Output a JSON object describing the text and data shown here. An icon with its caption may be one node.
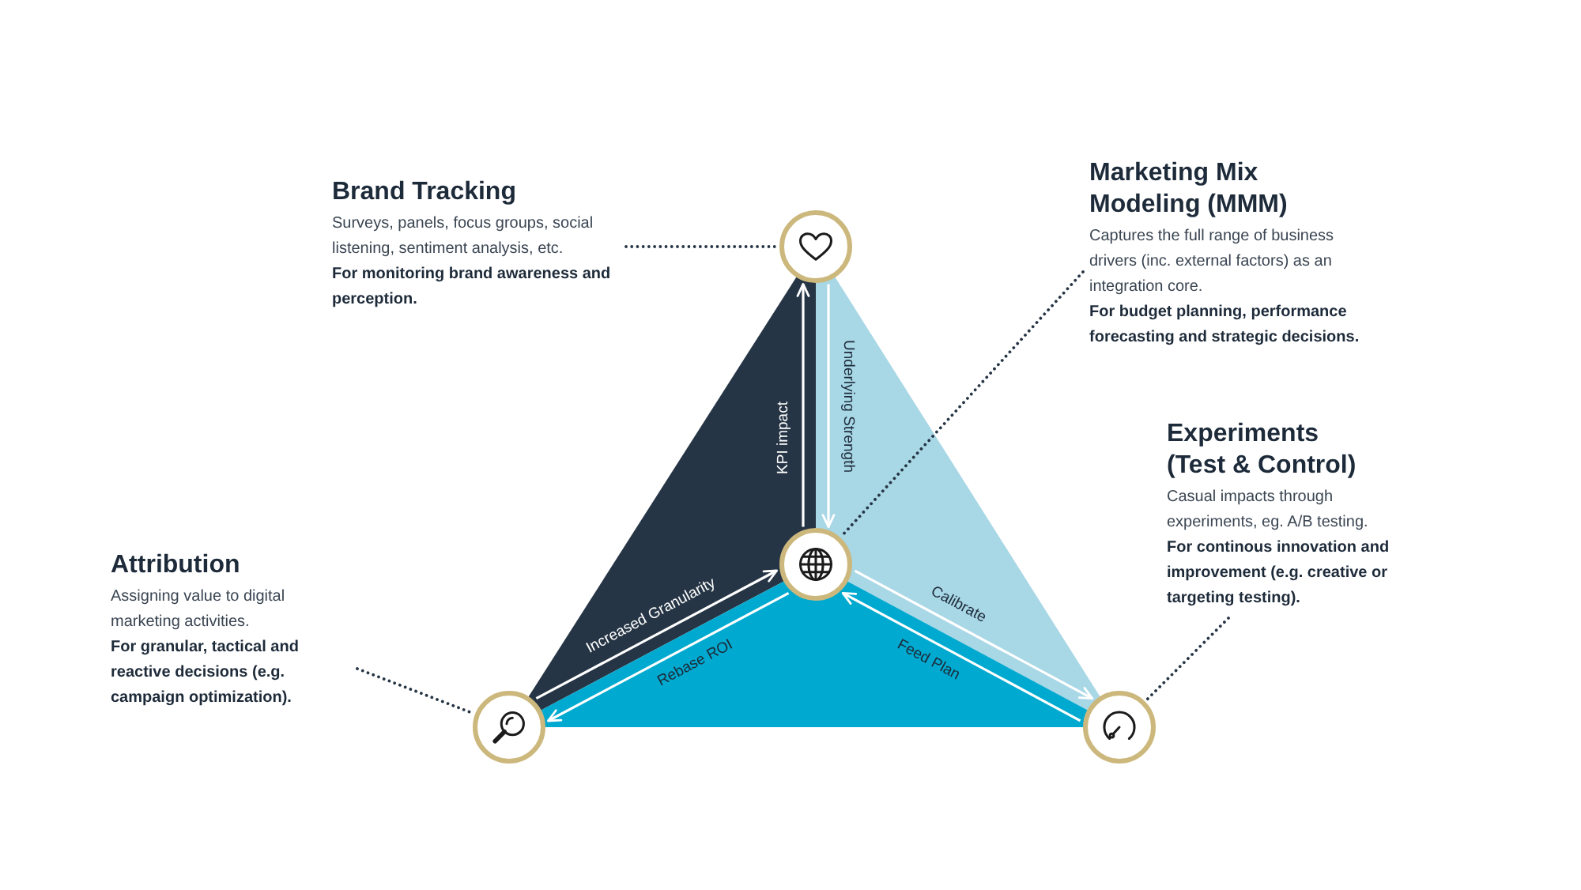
{
  "diagram": {
    "nodes": [
      {
        "text": [
          "Brand Tracking",
          "Surveys, panels, focus groups, social listening, sentiment analysis, etc.",
          "For monitoring brand awareness and perception."
        ]
      },
      {
        "text": [],
        "shape": "circle"
      },
      {
        "text": [
          "Marketing Mix Modeling (MMM)",
          "Captures the full range of business drivers (inc. external factors) as an integration core.",
          "For budget planning, performance forecasting and strategic decisions."
        ]
      },
      {
        "text": [],
        "shape": "circle"
      },
      {
        "text": [
          "Experiments (Test & Control)",
          "Casual impacts through experiments, eg. A/B testing.",
          "For continous innovation and improvement (e.g. creative or targeting testing)."
        ]
      },
      {
        "text": [],
        "shape": "circle"
      },
      {
        "text": [
          "Attribution",
          "Assigning value to digital marketing activities.",
          "For granular, tactical and reactive decisions (e.g. campaign optimization)."
        ]
      },
      {
        "text": [],
        "shape": "circle"
      }
    ],
    "edges": [
      {
        "from": 0,
        "to": 1,
        "arrow": "none",
        "style": "dashed",
        "color": "#263545"
      },
      {
        "from": 2,
        "to": 3,
        "arrow": "none",
        "style": "dashed",
        "color": "#263545"
      },
      {
        "from": 4,
        "to": 5,
        "arrow": "none",
        "style": "dashed",
        "color": "#263545"
      },
      {
        "from": 6,
        "to": 7,
        "arrow": "none",
        "style": "dashed",
        "color": "#263545"
      },
      {
        "from": 3,
        "to": 1,
        "arrow": "to",
        "label": "KPI impact"
      },
      {
        "from": 1,
        "to": 3,
        "arrow": "to",
        "label": "Underlying Strength"
      },
      {
        "from": 7,
        "to": 3,
        "arrow": "to",
        "label": "Increased Granularity"
      },
      {
        "from": 3,
        "to": 7,
        "arrow": "to",
        "label": "Rebase ROI"
      },
      {
        "from": 3,
        "to": 5,
        "arrow": "to",
        "label": "Calibrate"
      },
      {
        "from": 5,
        "to": 3,
        "arrow": "to",
        "label": "Feed Plan"
      }
    ]
  }
}
